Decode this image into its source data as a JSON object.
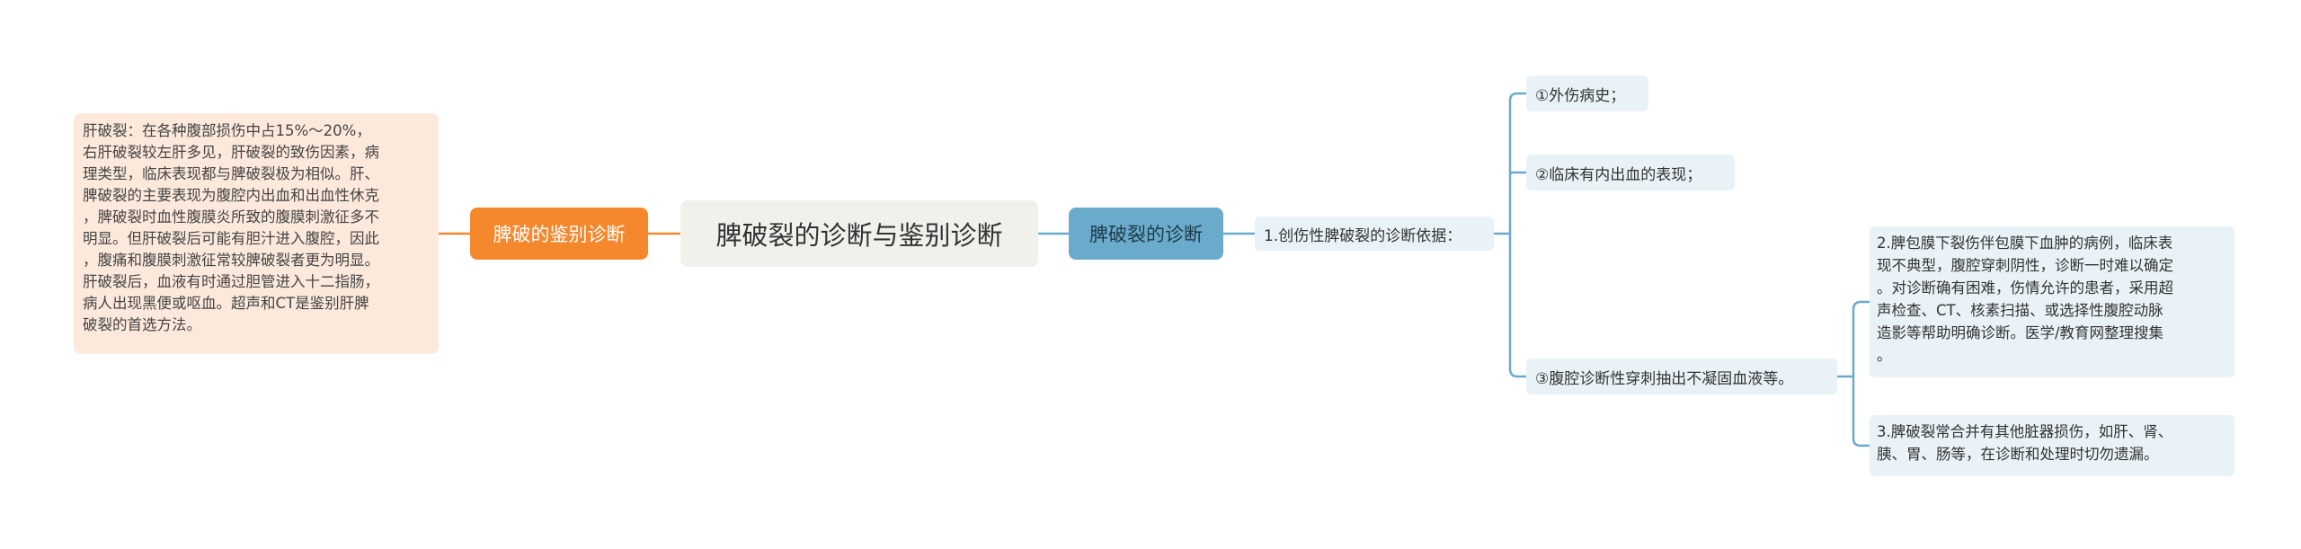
{
  "root": {
    "title": "脾破裂的诊断与鉴别诊断"
  },
  "branches": {
    "diagnosis": {
      "label": "脾破裂的诊断"
    },
    "differential": {
      "label": "脾破的鉴别诊断"
    }
  },
  "differential_note": "肝破裂：在各种腹部损伤中占15%～20%，\n右肝破裂较左肝多见，肝破裂的致伤因素，病\n理类型，临床表现都与脾破裂极为相似。肝、\n脾破裂的主要表现为腹腔内出血和出血性休克\n，脾破裂时血性腹膜炎所致的腹膜刺激征多不\n明显。但肝破裂后可能有胆汁进入腹腔，因此\n，腹痛和腹膜刺激征常较脾破裂者更为明显。\n肝破裂后，血液有时通过胆管进入十二指肠，\n病人出现黑便或呕血。超声和CT是鉴别肝脾\n破裂的首选方法。",
  "diagnosis_basis": {
    "label": "1.创伤性脾破裂的诊断依据："
  },
  "basis_items": [
    {
      "label": "①外伤病史；"
    },
    {
      "label": "②临床有内出血的表现；"
    },
    {
      "label": "③腹腔诊断性穿刺抽出不凝固血液等。"
    }
  ],
  "details": [
    {
      "text": "2.脾包膜下裂伤伴包膜下血肿的病例，临床表\n现不典型，腹腔穿刺阴性，诊断一时难以确定\n。对诊断确有困难，伤情允许的患者，采用超\n声检查、CT、核素扫描、或选择性腹腔动脉\n造影等帮助明确诊断。医学/教育网整理搜集\n。"
    },
    {
      "text": "3.脾破裂常合并有其他脏器损伤，如肝、肾、\n胰、胃、肠等，在诊断和处理时切勿遗漏。"
    }
  ],
  "colors": {
    "root_bg": "#f1f1ec",
    "diagnosis_bg": "#6aabcc",
    "differential_bg": "#f5872c",
    "note_bg": "#fde9dc",
    "leaf_bg": "#e8f2f7",
    "line_blue": "#6aabcc",
    "line_orange": "#f5872c"
  }
}
